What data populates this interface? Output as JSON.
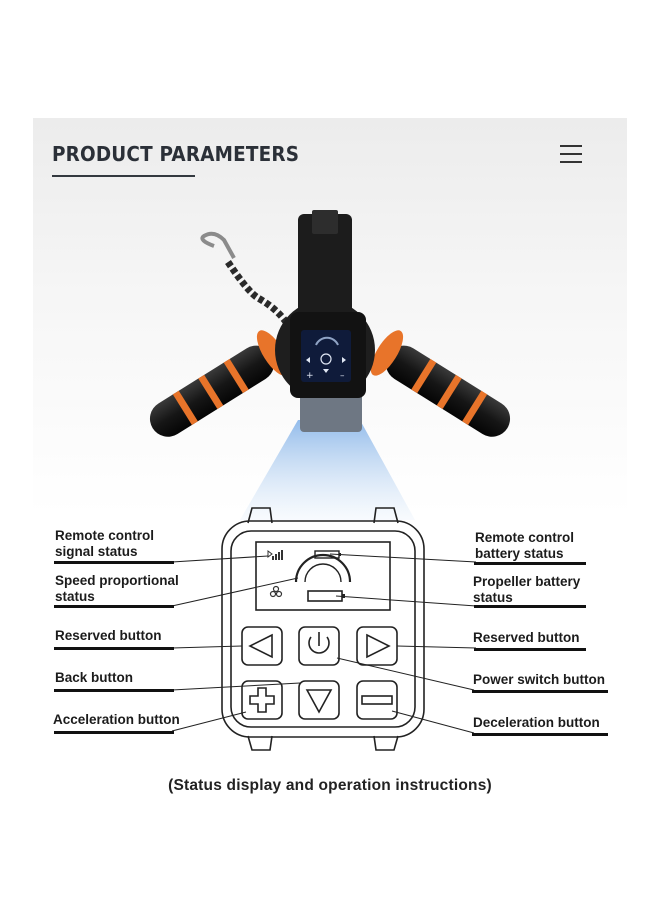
{
  "header": {
    "title": "PRODUCT PARAMETERS"
  },
  "labels": {
    "remote_signal": [
      "Remote control",
      "signal status"
    ],
    "speed_status": [
      "Speed proportional",
      "status"
    ],
    "reserved_left": [
      "Reserved button"
    ],
    "back": [
      "Back button"
    ],
    "acceleration": [
      "Acceleration button"
    ],
    "remote_battery": [
      "Remote control",
      "battery status"
    ],
    "propeller_battery": [
      "Propeller battery",
      "status"
    ],
    "reserved_right": [
      "Reserved button"
    ],
    "power": [
      "Power switch button"
    ],
    "deceleration": [
      "Deceleration button"
    ]
  },
  "caption": "(Status display and operation instructions)",
  "colors": {
    "accent_orange": "#e8742a",
    "title": "#2b3038",
    "beam": "#9ec4ee"
  },
  "icons": [
    "menu-icon",
    "signal-icon",
    "battery-icon",
    "power-icon",
    "plus-icon",
    "minus-icon",
    "arrow-left-icon",
    "arrow-right-icon",
    "arrow-down-icon"
  ]
}
